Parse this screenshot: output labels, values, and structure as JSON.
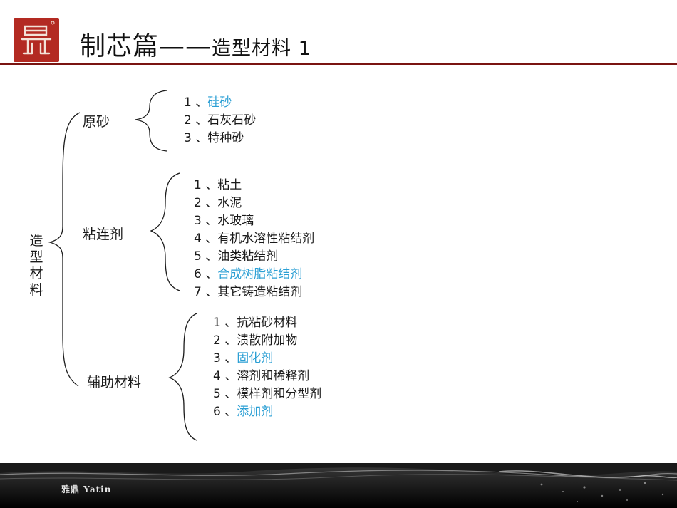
{
  "header": {
    "title_main": "制芯篇——",
    "title_sub": "造型材料 1"
  },
  "root_label": "造型材料",
  "groups": [
    {
      "label": "原砂",
      "items": [
        {
          "num": "1 、",
          "text": "硅砂",
          "highlight": true
        },
        {
          "num": "2 、",
          "text": "石灰石砂",
          "highlight": false
        },
        {
          "num": "3 、",
          "text": "特种砂",
          "highlight": false
        }
      ]
    },
    {
      "label": "粘连剂",
      "items": [
        {
          "num": "1 、",
          "text": "粘土",
          "highlight": false
        },
        {
          "num": "2 、",
          "text": "水泥",
          "highlight": false
        },
        {
          "num": "3 、",
          "text": "水玻璃",
          "highlight": false
        },
        {
          "num": "4 、",
          "text": "有机水溶性粘结剂",
          "highlight": false
        },
        {
          "num": "5 、",
          "text": "油类粘结剂",
          "highlight": false
        },
        {
          "num": "6 、",
          "text": "合成树脂粘结剂",
          "highlight": true
        },
        {
          "num": "7 、",
          "text": "其它铸造粘结剂",
          "highlight": false
        }
      ]
    },
    {
      "label": "辅助材料",
      "items": [
        {
          "num": "1 、",
          "text": "抗粘砂材料",
          "highlight": false
        },
        {
          "num": "2 、",
          "text": "溃散附加物",
          "highlight": false
        },
        {
          "num": "3 、",
          "text": "固化剂",
          "highlight": true
        },
        {
          "num": "4 、",
          "text": "溶剂和稀释剂",
          "highlight": false
        },
        {
          "num": "5 、",
          "text": "模样剂和分型剂",
          "highlight": false
        },
        {
          "num": "6 、",
          "text": "添加剂",
          "highlight": true
        }
      ]
    }
  ],
  "footer": {
    "brand": "雅鼎 Yatin"
  },
  "colors": {
    "accent": "#2b9fd4",
    "brand_red": "#b32a22",
    "rule": "#7a1411"
  }
}
